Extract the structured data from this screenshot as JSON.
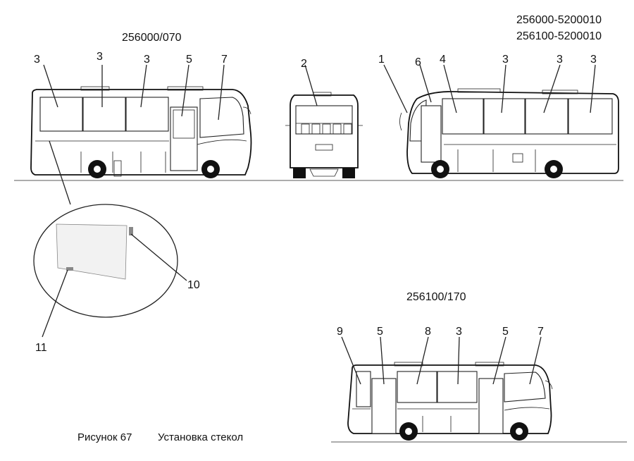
{
  "codes": {
    "left_model": "256000/070",
    "right_model_1": "256000-5200010",
    "right_model_2": "256100-5200010",
    "bottom_model": "256100/170"
  },
  "callouts": {
    "left": [
      "3",
      "3",
      "3",
      "5",
      "7"
    ],
    "middle": [
      "2"
    ],
    "right": [
      "1",
      "6",
      "4",
      "3",
      "3",
      "3"
    ],
    "detail": [
      "10",
      "11"
    ],
    "bottom": [
      "9",
      "5",
      "8",
      "3",
      "5",
      "7"
    ]
  },
  "caption": {
    "figure": "Рисунок 67",
    "title": "Установка стекол"
  }
}
